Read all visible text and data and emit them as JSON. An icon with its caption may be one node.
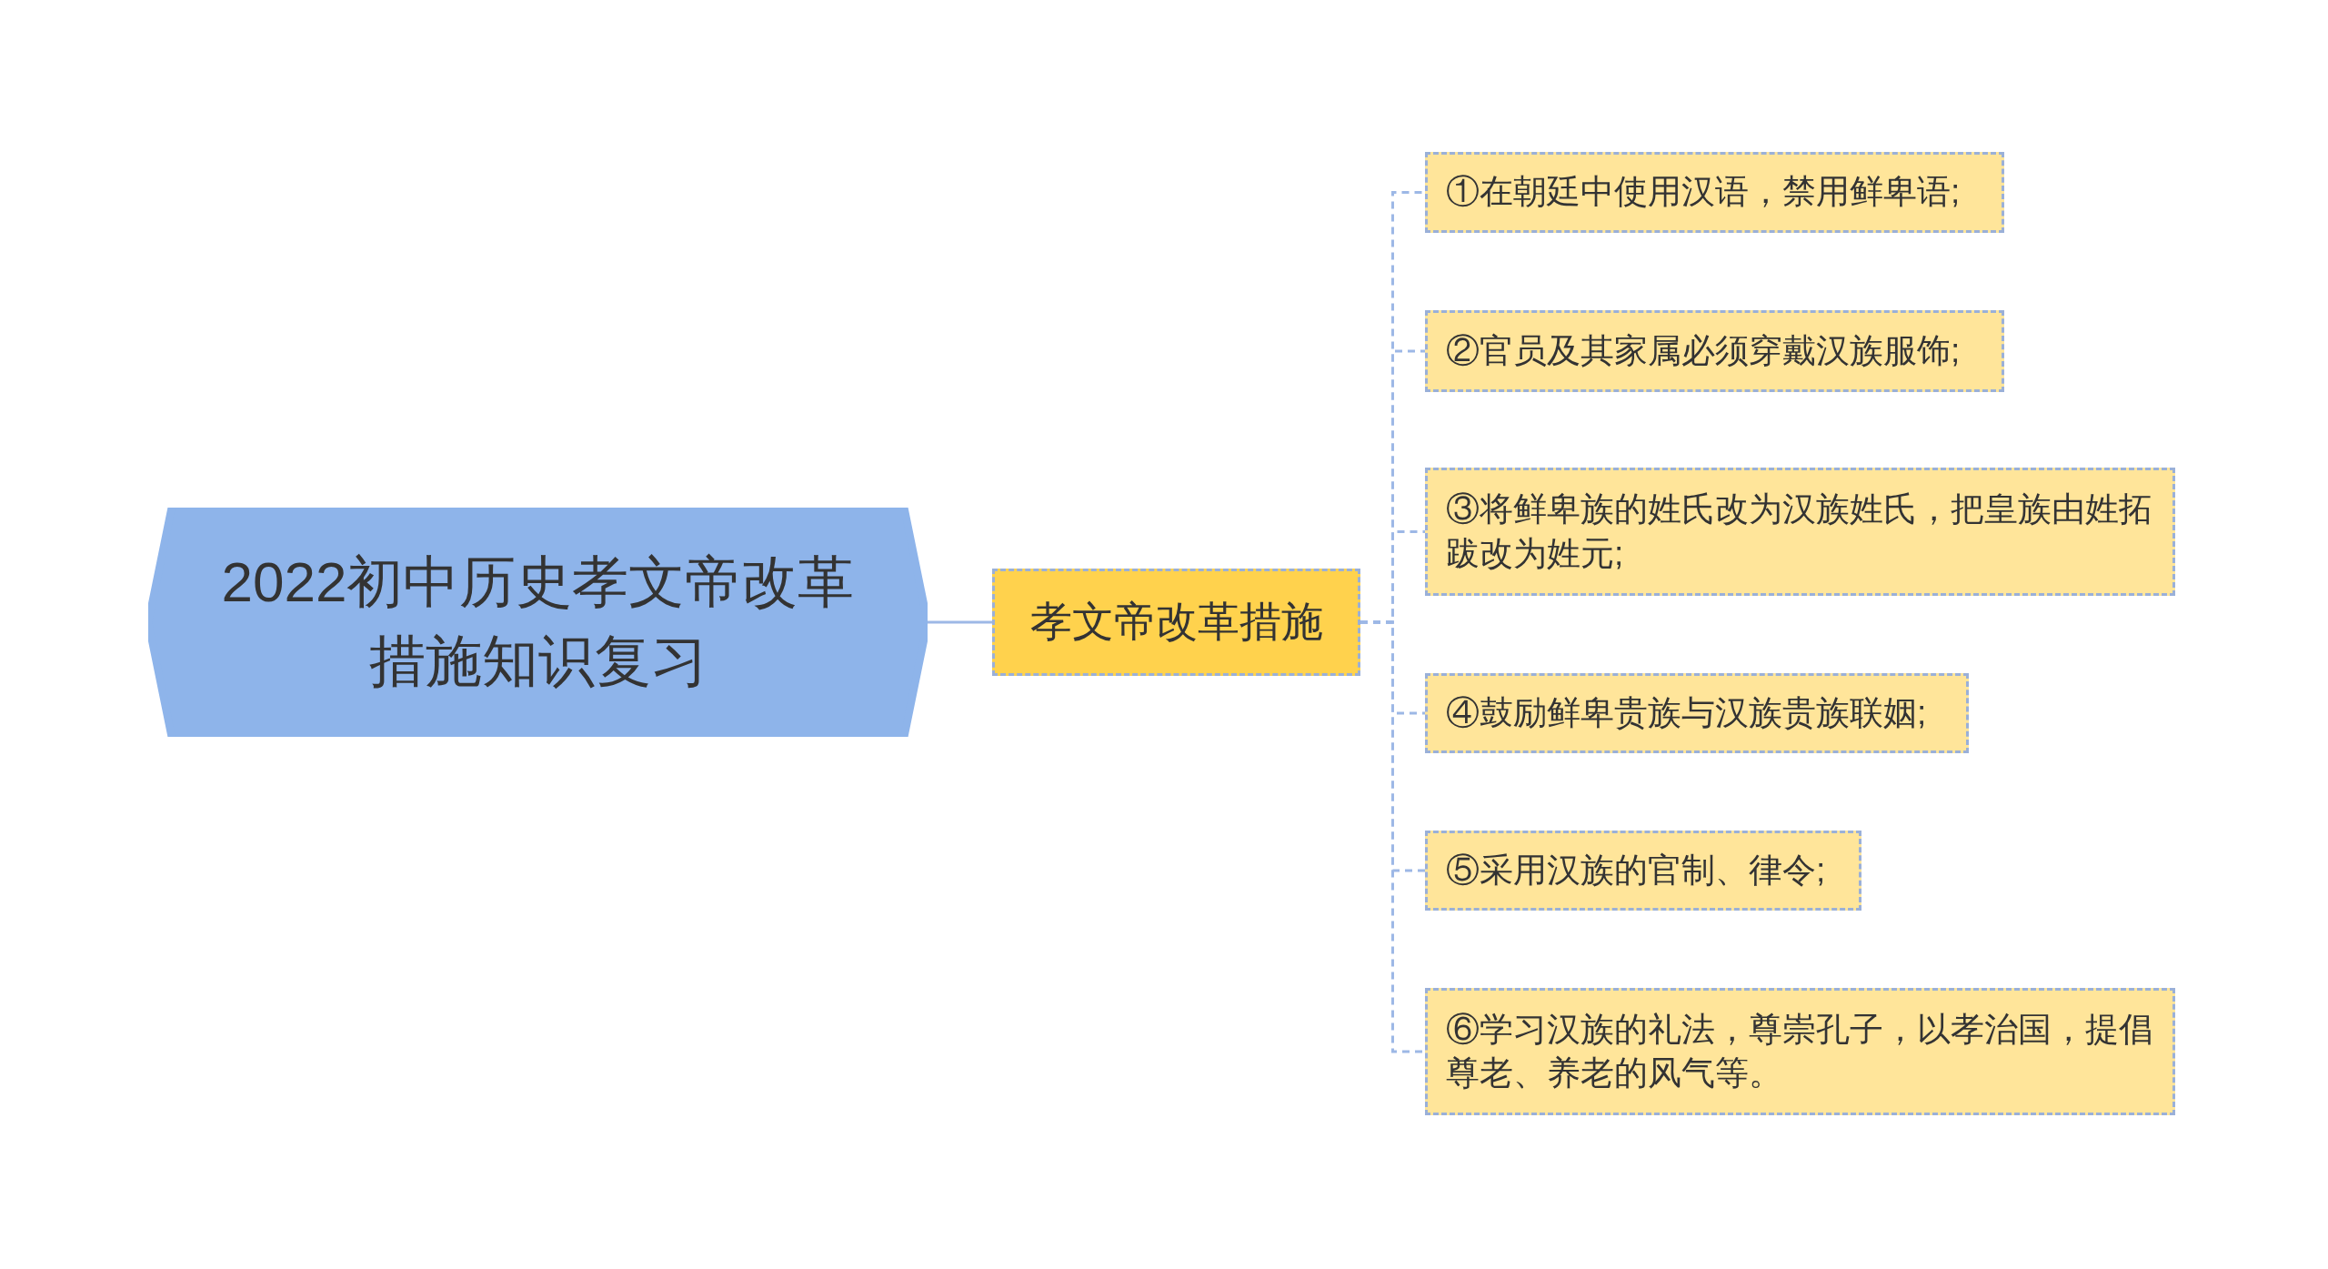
{
  "diagram": {
    "nodes": [
      {
        "text": [
          "孝文帝改革措施"
        ]
      },
      {
        "text": [
          "①在朝廷中使用汉语，禁用鲜卑语;"
        ]
      },
      {
        "text": [
          "②官员及其家属必须穿戴汉族服饰;"
        ]
      },
      {
        "text": [
          "③将鲜卑族的姓氏改为汉族姓氏，把皇族由姓拓跋改为姓元;"
        ]
      },
      {
        "text": [
          "④鼓励鲜卑贵族与汉族贵族联姻;"
        ]
      },
      {
        "text": [
          "⑤采用汉族的官制、律令;"
        ]
      },
      {
        "text": [
          "⑥学习汉族的礼法，尊崇孔子，以孝治国，提倡尊老、养老的风气等。"
        ]
      },
      {
        "text": [
          "2022初中历史孝文帝改革措施知识复习"
        ]
      }
    ],
    "edges": [
      {
        "from": 7,
        "to": 0,
        "arrow": "none"
      },
      {
        "from": 0,
        "to": 1,
        "arrow": "none",
        "style": "dashed"
      },
      {
        "from": 0,
        "to": 2,
        "arrow": "none",
        "style": "dashed"
      },
      {
        "from": 0,
        "to": 3,
        "arrow": "none",
        "style": "dashed"
      },
      {
        "from": 0,
        "to": 4,
        "arrow": "none",
        "style": "dashed"
      },
      {
        "from": 0,
        "to": 5,
        "arrow": "none",
        "style": "dashed"
      },
      {
        "from": 0,
        "to": 6,
        "arrow": "none",
        "style": "dashed"
      }
    ]
  }
}
